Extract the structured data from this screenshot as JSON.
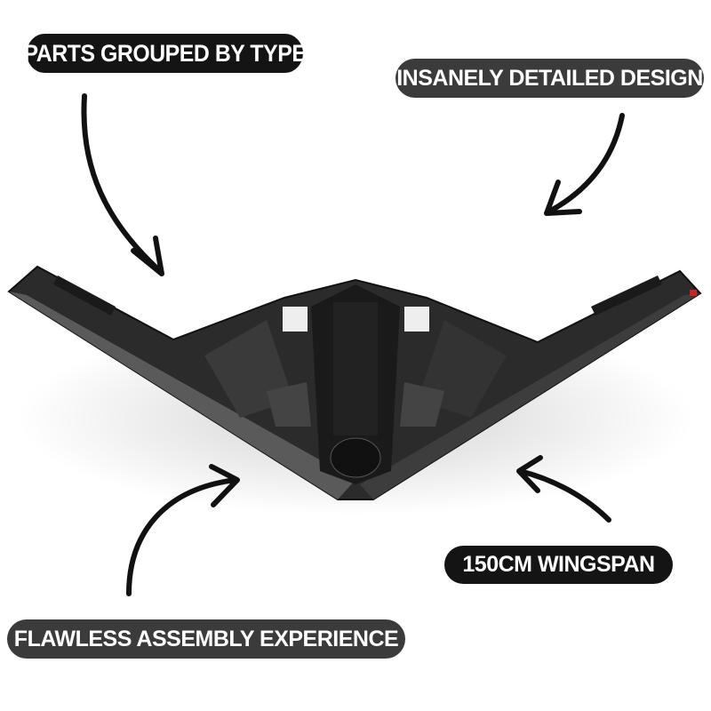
{
  "labels": {
    "parts": "PARTS GROUPED BY TYPE",
    "design": "INSANELY DETAILED DESIGN",
    "wingspan": "150CM WINGSPAN",
    "assembly": "FLAWLESS ASSEMBLY EXPERIENCE"
  },
  "colors": {
    "pill_dark": "#141414",
    "pill_gray": "#3b3b3b",
    "model": "#2a2a2a"
  }
}
